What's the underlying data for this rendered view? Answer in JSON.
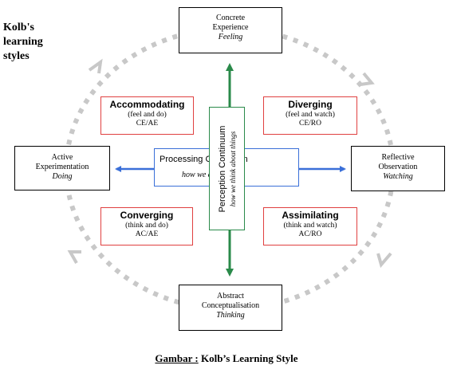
{
  "title_lines": [
    "Kolb's",
    "learning",
    "styles"
  ],
  "poles": {
    "top": {
      "title_lines": [
        "Concrete",
        "Experience"
      ],
      "sub": "Feeling"
    },
    "left": {
      "title_lines": [
        "Active",
        "Experimentation"
      ],
      "sub": "Doing"
    },
    "right": {
      "title_lines": [
        "Reflective",
        "Observation"
      ],
      "sub": "Watching"
    },
    "bottom": {
      "title_lines": [
        "Abstract",
        "Conceptualisation"
      ],
      "sub": "Thinking"
    }
  },
  "styles": {
    "accommodating": {
      "name": "Accommodating",
      "desc": "(feel and do)",
      "code": "CE/AE"
    },
    "diverging": {
      "name": "Diverging",
      "desc": "(feel and watch)",
      "code": "CE/RO"
    },
    "converging": {
      "name": "Converging",
      "desc": "(think and do)",
      "code": "AC/AE"
    },
    "assimilating": {
      "name": "Assimilating",
      "desc": "(think and watch)",
      "code": "AC/RO"
    }
  },
  "processing": {
    "label": "Processing Continuum",
    "sub": "how we do things"
  },
  "perception": {
    "label": "Perception Continuum",
    "sub": "how we think about things"
  },
  "caption": {
    "prefix": "Gambar :",
    "text": " Kolb’s  Learning Style"
  },
  "colors": {
    "cycle": "#c8c8c8",
    "processing": "#3a6fd8",
    "perception": "#2a8a4a",
    "style_border": "#e04040"
  }
}
